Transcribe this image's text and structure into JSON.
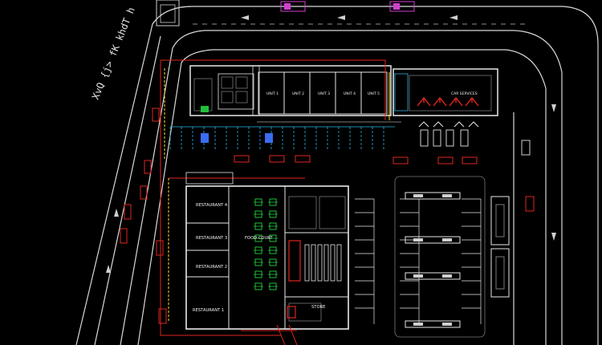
{
  "drawing": {
    "background": "#000000",
    "colors": {
      "road": "#d9d9d9",
      "wall": "#e8e8e8",
      "red": "#e0261f",
      "yellow": "#f3df2a",
      "cyan": "#29b4e8",
      "green": "#1fbf3a",
      "blue": "#3a6cf0",
      "grey": "#7a7a7a",
      "magenta": "#d23fd0"
    },
    "handwritten_note": "XvQ {j> fK khdT h",
    "units": [
      "UNIT 1",
      "UNIT 2",
      "UNIT 3",
      "UNIT 4",
      "UNIT 5"
    ],
    "car_services_label": "CAR SERVICES",
    "food_court_label": "FOOD COURT",
    "store_label": "STORE",
    "restaurants": [
      "RESTAURANT 4",
      "RESTAURANT 3",
      "RESTAURANT 2",
      "RESTAURANT 1"
    ]
  }
}
